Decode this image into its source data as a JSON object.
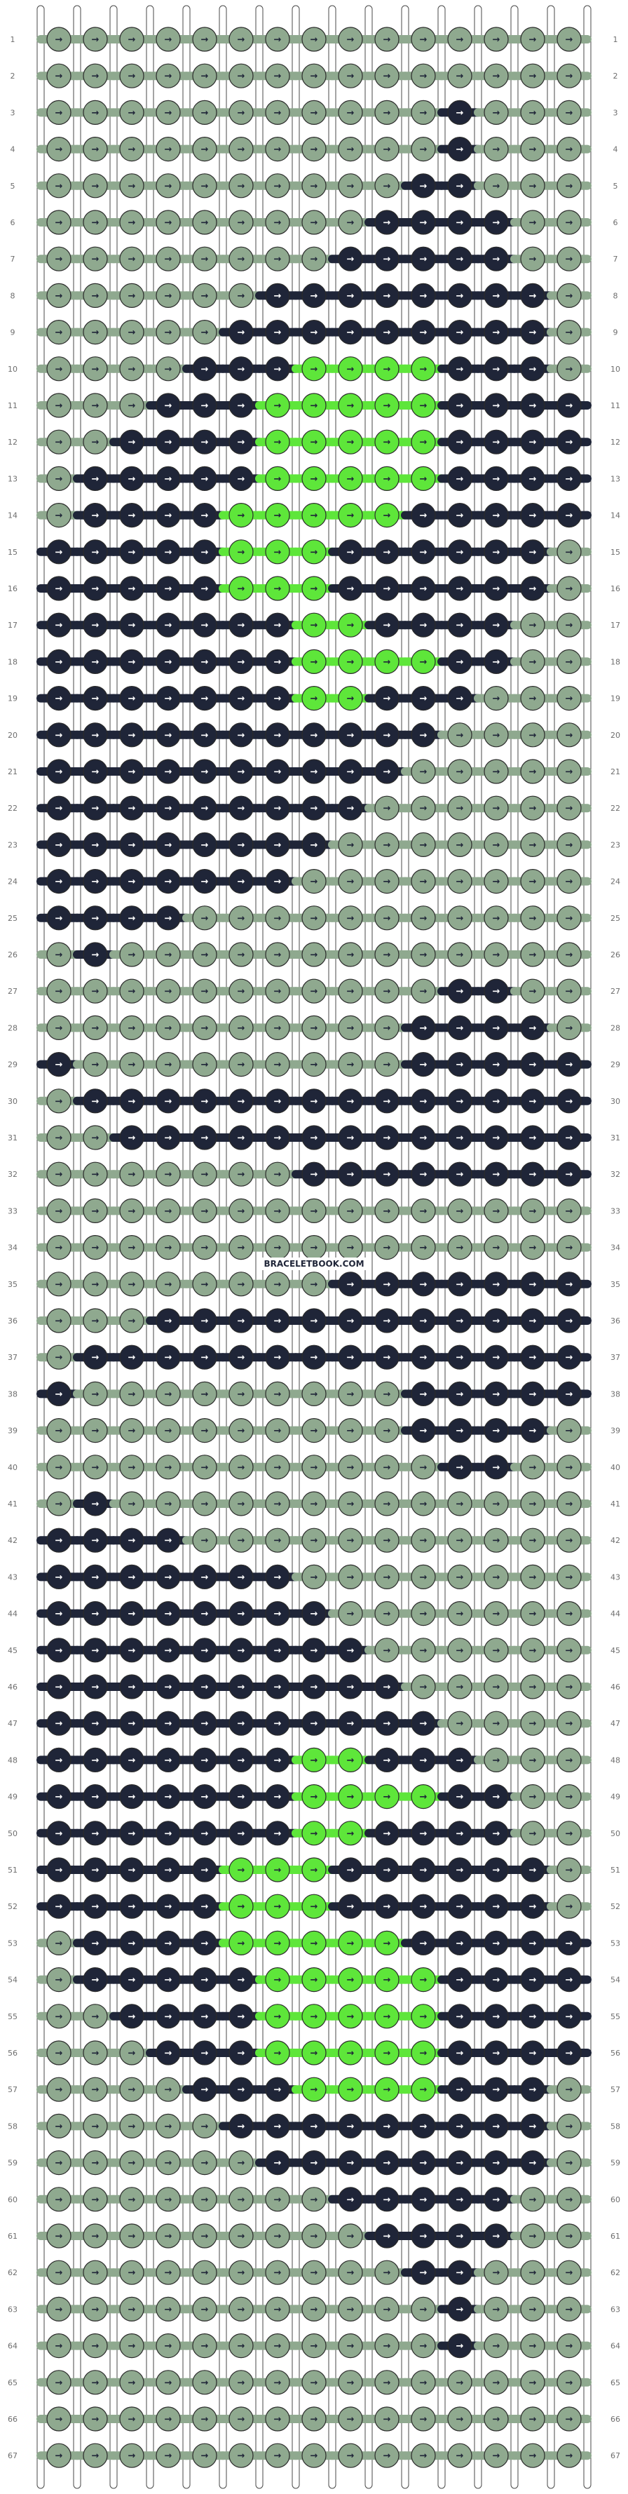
{
  "site_watermark": "BRACELETBOOK.COM",
  "pattern": {
    "rows": 67,
    "knots_per_row": 15,
    "strings": 16,
    "colors": {
      "sage": "#8fa98f",
      "navy": "#1f2538",
      "lime": "#5ee63a"
    },
    "background_color": "sage",
    "motif_color": "navy",
    "accent_color": "lime",
    "row_labels_left": [
      "1",
      "2",
      "3",
      "4",
      "5",
      "6",
      "7",
      "8",
      "9",
      "10",
      "11",
      "12",
      "13",
      "14",
      "15",
      "16",
      "17",
      "18",
      "19",
      "20",
      "21",
      "22",
      "23",
      "24",
      "25",
      "26",
      "27",
      "28",
      "29",
      "30",
      "31",
      "32",
      "33",
      "34",
      "35",
      "36",
      "37",
      "38",
      "39",
      "40",
      "41",
      "42",
      "43",
      "44",
      "45",
      "46",
      "47",
      "48",
      "49",
      "50",
      "51",
      "52",
      "53",
      "54",
      "55",
      "56",
      "57",
      "58",
      "59",
      "60",
      "61",
      "62",
      "63",
      "64",
      "65",
      "66",
      "67"
    ],
    "row_labels_right": [
      "1",
      "2",
      "3",
      "4",
      "5",
      "6",
      "7",
      "8",
      "9",
      "10",
      "11",
      "12",
      "13",
      "14",
      "15",
      "16",
      "17",
      "18",
      "19",
      "20",
      "21",
      "22",
      "23",
      "24",
      "25",
      "26",
      "27",
      "28",
      "29",
      "30",
      "31",
      "32",
      "33",
      "34",
      "35",
      "36",
      "37",
      "38",
      "39",
      "40",
      "41",
      "42",
      "43",
      "44",
      "45",
      "46",
      "47",
      "48",
      "49",
      "50",
      "51",
      "52",
      "53",
      "54",
      "55",
      "56",
      "57",
      "58",
      "59",
      "60",
      "61",
      "62",
      "63",
      "64",
      "65",
      "66",
      "67"
    ],
    "knot_grid": [
      "SSSSSSSSSSSSSSS",
      "SSSSSSSSSSSSSSS",
      "SSSSSSSSSSSNSSS",
      "SSSSSSSSSSSNSSS",
      "SSSSSSSSSSNNSSS",
      "SSSSSSSSSNNNNSS",
      "SSSSSSSSNNNNNSS",
      "SSSSSSNNNNNNNNS",
      "SSSSSNNNNNNNNNS",
      "SSSSNNNLLLLNNNS",
      "SSSNNNLLLLLNNNN",
      "SSNNNNLLLLLNNNN",
      "SNNNNNLLLLLNNNN",
      "SNNNNLLLLLNNNNN",
      "NNNNNLLLNNNNNNS",
      "NNNNNLLLNNNNNNS",
      "NNNNNNNLLNNNNSS",
      "NNNNNNNLLLLNNSS",
      "NNNNNNNLLNNNSSS",
      "NNNNNNNNNNNSSSS",
      "NNNNNNNNNNSSSSS",
      "NNNNNNNNNSSSSSS",
      "NNNNNNNNSSSSSSS",
      "NNNNNNNSSSSSSSS",
      "NNNNSSSSSSSSSSS",
      "SNSSSSSSSSSSSSS",
      "SSSSSSSSSSSNNSS",
      "SSSSSSSSSSNNNNS",
      "NSSSSSSSSSNNNNN",
      "SNNNNNNNNNNNNNN",
      "SSNNNNNNNNNNNNN",
      "SSSSSSSNNNNNNNN",
      "SSSSSSSSSSSSSSS",
      "SSSSSSSSSSSSSSS",
      "SSSSSSSSNNNNNNN",
      "SSSNNNNNNNNNNNN",
      "SNNNNNNNNNNNNNN",
      "NSSSSSSSSSNNNNN",
      "SSSSSSSSSSNNNNS",
      "SSSSSSSSSSSNNSS",
      "SNSSSSSSSSSSSSS",
      "NNNNSSSSSSSSSSS",
      "NNNNNNNSSSSSSSS",
      "NNNNNNNNSSSSSSS",
      "NNNNNNNNNSSSSSS",
      "NNNNNNNNNNSSSSS",
      "NNNNNNNNNNNSSSS",
      "NNNNNNNLLNNNSSS",
      "NNNNNNNLLLLNNSS",
      "NNNNNNNLLNNNNSS",
      "NNNNNLLLNNNNNNS",
      "NNNNNLLLNNNNNNS",
      "SNNNNLLLLLNNNNN",
      "SNNNNNLLLLLNNNN",
      "SSNNNNLLLLLNNNN",
      "SSSNNNLLLLLNNNN",
      "SSSSNNNLLLLNNNS",
      "SSSSSNNNNNNNNNS",
      "SSSSSSNNNNNNNNS",
      "SSSSSSSSNNNNNSS",
      "SSSSSSSSSNNNNSS",
      "SSSSSSSSSSNNSSS",
      "SSSSSSSSSSSNSSS",
      "SSSSSSSSSSSNSSS",
      "SSSSSSSSSSSSSSS",
      "SSSSSSSSSSSSSSS",
      "SSSSSSSSSSSSSSS"
    ],
    "knot_arrows": "→"
  }
}
